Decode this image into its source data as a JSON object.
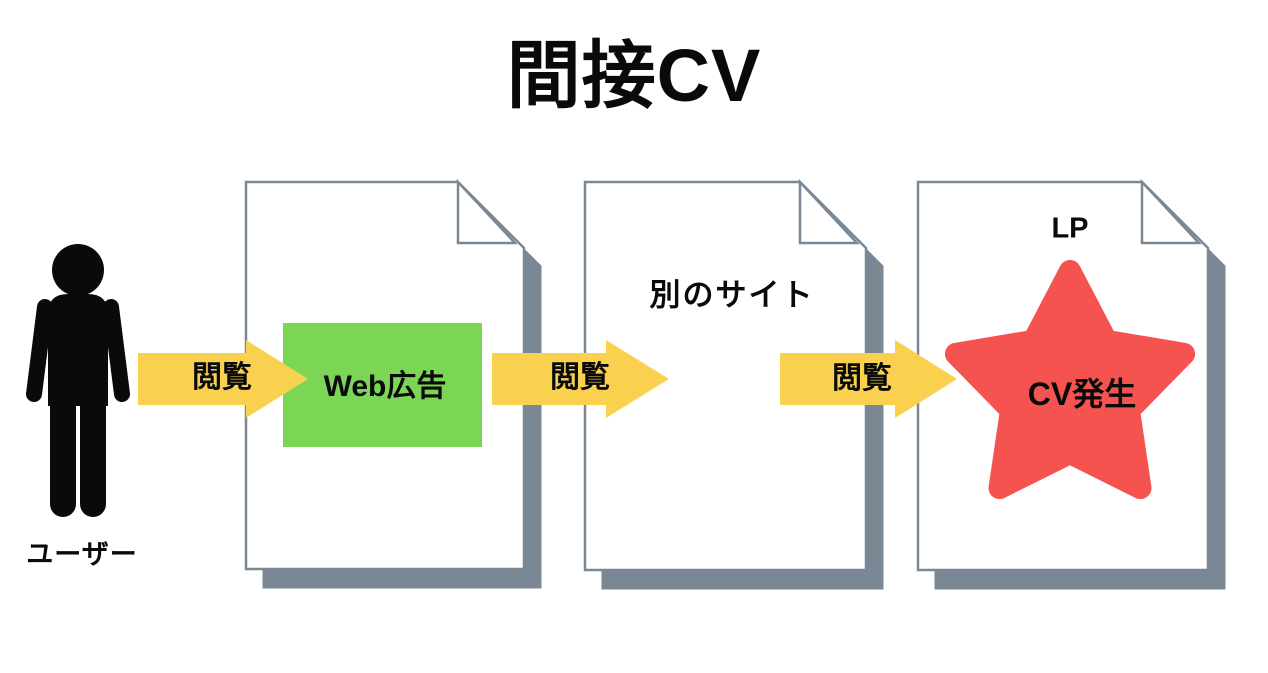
{
  "title": "間接CV",
  "colors": {
    "arrow_yellow": "#F9D14E",
    "ad_green": "#7CD656",
    "star_red": "#F5534F",
    "doc_gray": "#7A8794",
    "ink": "#0a0a0a"
  },
  "user": {
    "icon": "person-icon",
    "label": "ユーザー"
  },
  "arrows": [
    {
      "label": "閲覧"
    },
    {
      "label": "閲覧"
    },
    {
      "label": "閲覧"
    }
  ],
  "documents": [
    {
      "icon": "folded-page-icon",
      "content_label": "Web広告",
      "content_shape": "green-rectangle"
    },
    {
      "icon": "folded-page-icon",
      "content_label": "別のサイト"
    },
    {
      "icon": "folded-page-icon",
      "title_label": "LP",
      "content_label": "CV発生",
      "content_shape": "red-star"
    }
  ]
}
